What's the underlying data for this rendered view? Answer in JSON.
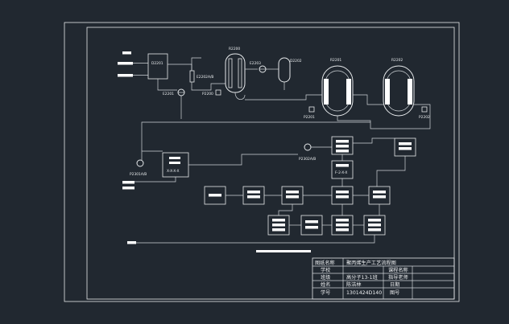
{
  "colors": {
    "background": "#212830",
    "line": "#e6e9eb",
    "fill": "#ffffff"
  },
  "equipment_labels": {
    "d2201": "D2201",
    "r2200": "R2200",
    "e2203": "E2203",
    "d2202": "D2202",
    "r2201": "R2201",
    "r2202": "R2202",
    "e2202ab": "E2202A/B",
    "e2201": "E2201",
    "p2200": "P2200",
    "p2201": "P2201",
    "p2202": "P2202",
    "p2302ab": "P2302A/B",
    "p2301ab": "P2301A/B",
    "box_small_a": "X-X-X-X",
    "box_small_b": "F-2-X-X"
  },
  "title_block": {
    "drawing_name_label": "图纸名称",
    "drawing_name_value": "聚丙烯生产工艺流程图",
    "school_label": "学校",
    "course_label": "课程名称",
    "class_label": "班级",
    "class_value": "高分子13-1班",
    "advisor_label": "指导老师",
    "name_label": "姓名",
    "name_value": "陈洁林",
    "date_label": "日期",
    "id_label": "学号",
    "id_value": "1301424D140",
    "drawing_no_label": "图号"
  }
}
